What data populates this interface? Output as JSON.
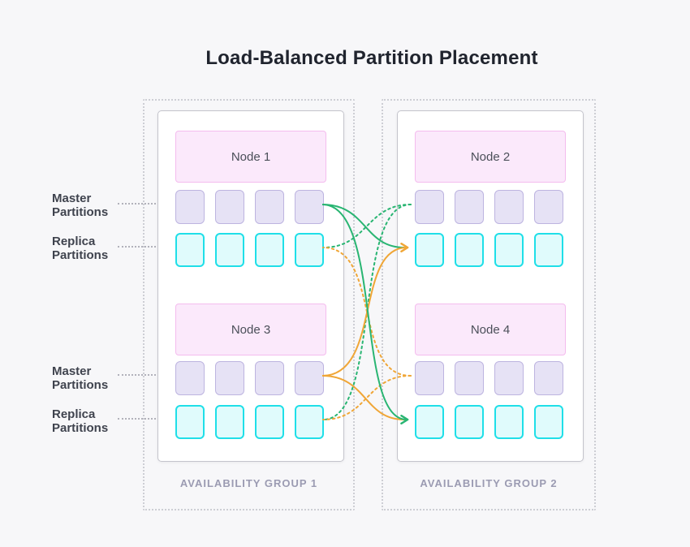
{
  "title": "Load-Balanced Partition Placement",
  "side_labels": [
    {
      "text": "Master Partitions"
    },
    {
      "text": "Replica Partitions"
    },
    {
      "text": "Master Partitions"
    },
    {
      "text": "Replica Partitions"
    }
  ],
  "groups": [
    {
      "label": "AVAILABILITY GROUP 1",
      "nodes": [
        {
          "name": "Node 1"
        },
        {
          "name": "Node 3"
        }
      ]
    },
    {
      "label": "AVAILABILITY GROUP 2",
      "nodes": [
        {
          "name": "Node 2"
        },
        {
          "name": "Node 4"
        }
      ]
    }
  ],
  "partitions_per_row": 4,
  "connections": [
    {
      "from": "Node 1 master",
      "to": "Node 2 replica",
      "style": "solid",
      "color": "green"
    },
    {
      "from": "Node 1 master",
      "to": "Node 4 replica",
      "style": "solid",
      "color": "green"
    },
    {
      "from": "Node 3 master",
      "to": "Node 2 replica",
      "style": "solid",
      "color": "orange"
    },
    {
      "from": "Node 3 master",
      "to": "Node 4 replica",
      "style": "solid",
      "color": "orange"
    },
    {
      "from": "Node 2 master",
      "to": "Node 1 replica",
      "style": "dotted",
      "color": "green"
    },
    {
      "from": "Node 2 master",
      "to": "Node 3 replica",
      "style": "dotted",
      "color": "green"
    },
    {
      "from": "Node 4 master",
      "to": "Node 1 replica",
      "style": "dotted",
      "color": "orange"
    },
    {
      "from": "Node 4 master",
      "to": "Node 3 replica",
      "style": "dotted",
      "color": "orange"
    }
  ],
  "colors": {
    "background": "#f7f7f9",
    "title": "#20242e",
    "label": "#3f434e",
    "leader": "#b2b2bb",
    "group_border": "#cdced4",
    "group_label": "#9b9bb2",
    "container_bg": "#ffffff",
    "container_border": "#c4c4cc",
    "node_fill": "#fbe9fb",
    "node_border": "#f4bcee",
    "node_text": "#4b4f59",
    "master_fill": "#e6e2f5",
    "master_border": "#bdb4e0",
    "replica_fill": "#e0fbfc",
    "replica_border": "#1fdfe8",
    "green": "#29b572",
    "orange": "#f0a636"
  }
}
